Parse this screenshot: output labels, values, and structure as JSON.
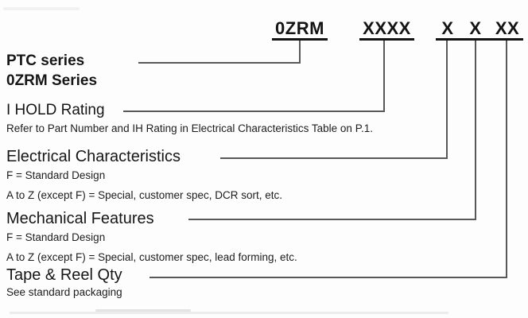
{
  "part_code": {
    "series_segment": "0ZRM",
    "ihold_segment": "XXXX",
    "suffix_parts": [
      "X",
      "X",
      "XX"
    ]
  },
  "sections": [
    {
      "title": "PTC series",
      "subtitle": "0ZRM Series"
    },
    {
      "title": "I HOLD Rating",
      "description": "Refer to Part Number and IH Rating in Electrical Characteristics Table on P.1."
    },
    {
      "title": "Electrical Characteristics",
      "line1": "F = Standard Design",
      "line2": "A to Z (except F) = Special, customer spec, DCR sort, etc."
    },
    {
      "title": "Mechanical Features",
      "line1": "F = Standard Design",
      "line2": "A to Z (except F) = Special, customer spec, lead forming, etc."
    },
    {
      "title": "Tape & Reel Qty",
      "description": "See standard packaging"
    }
  ],
  "colors": {
    "text": "#161616",
    "underline": "#141414",
    "connector_line": "#58585a",
    "background": "#fdfdfd"
  }
}
